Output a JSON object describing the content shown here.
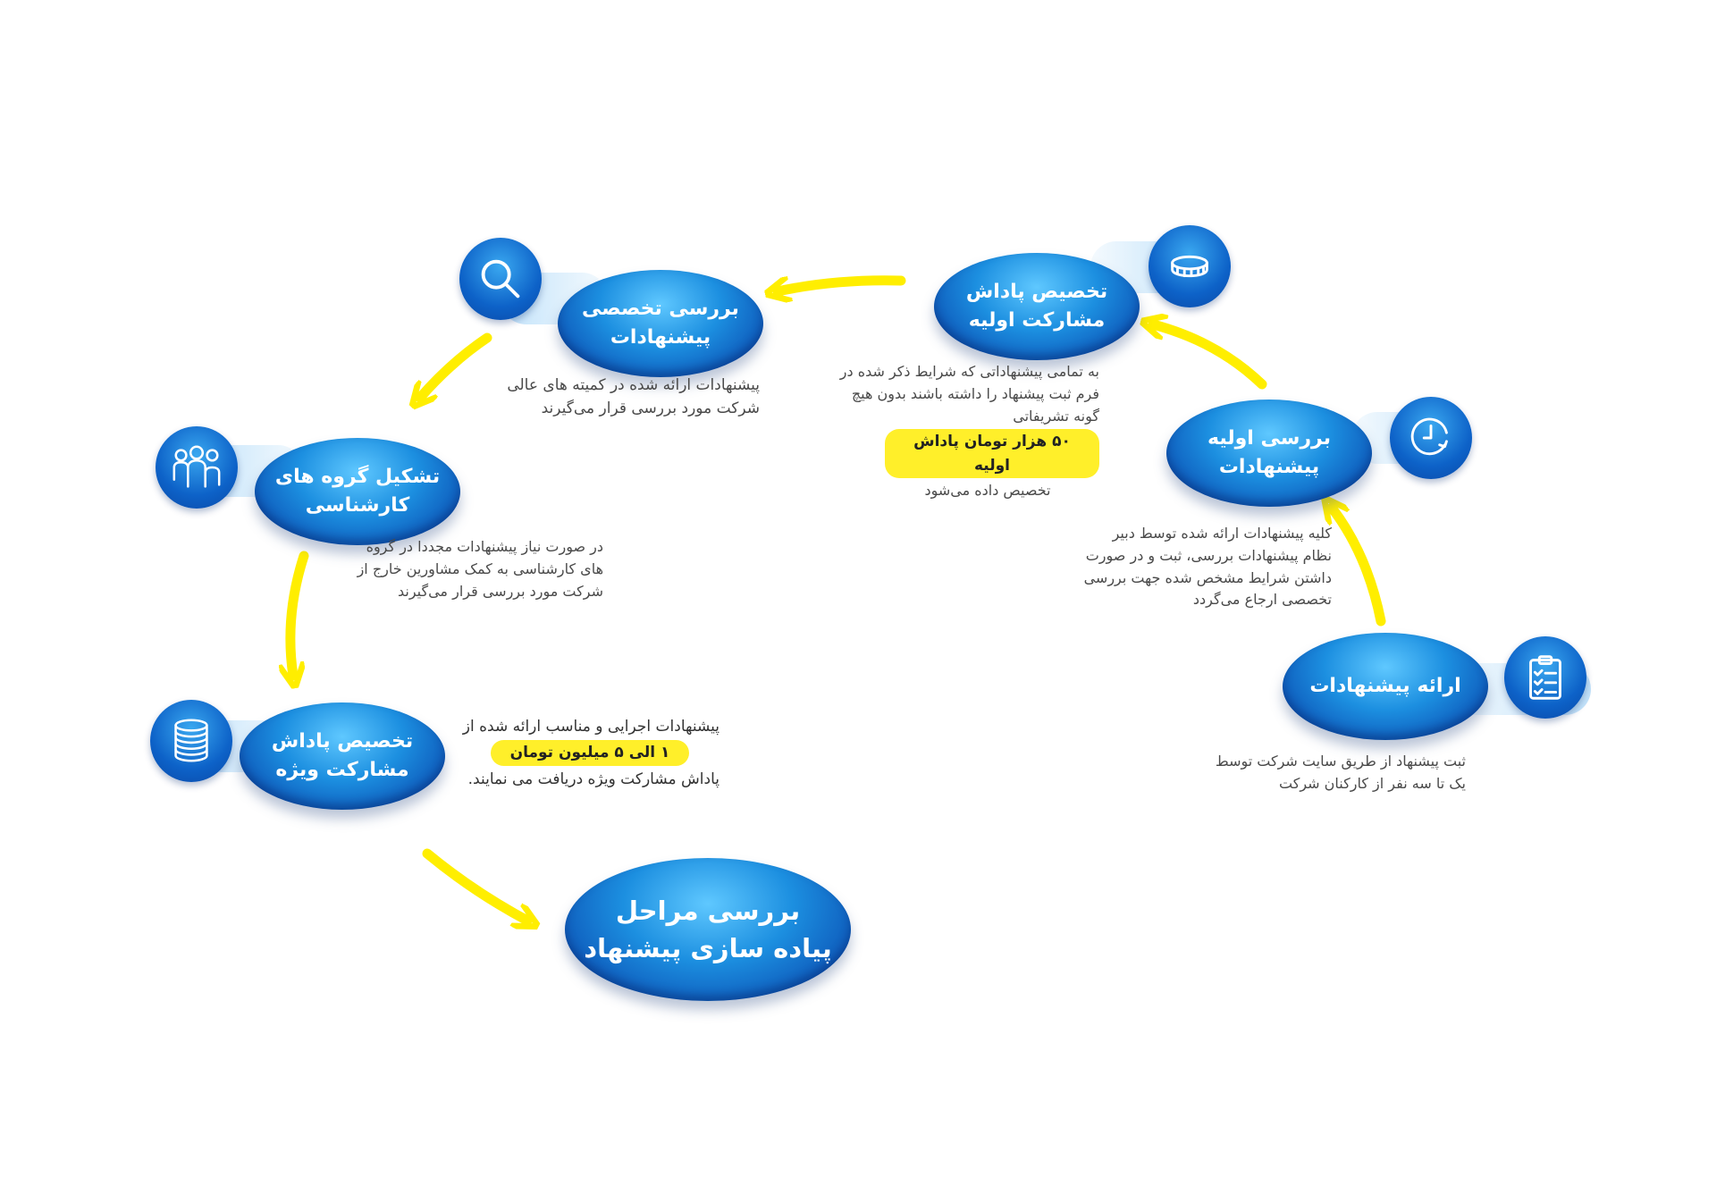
{
  "nodes": {
    "submit": {
      "title": [
        "ارائه پیشنهادات"
      ],
      "icon": "clipboard-checklist-icon"
    },
    "initial_review": {
      "title": [
        "بررسی اولیه",
        "پیشنهادات"
      ],
      "icon": "clock-refresh-icon"
    },
    "initial_reward": {
      "title": [
        "تخصیص پاداش",
        "مشارکت اولیه"
      ],
      "icon": "coin-icon"
    },
    "expert_review": {
      "title": [
        "بررسی تخصصی",
        "پیشنهادات"
      ],
      "icon": "magnifier-icon"
    },
    "expert_groups": {
      "title": [
        "تشکیل گروه های",
        "کارشناسی"
      ],
      "icon": "people-group-icon"
    },
    "special_reward": {
      "title": [
        "تخصیص پاداش",
        "مشارکت ویژه"
      ],
      "icon": "coin-stack-icon"
    },
    "implementation": {
      "title": [
        "بررسی مراحل",
        "پیاده سازی پیشنهاد"
      ]
    }
  },
  "descriptions": {
    "submit": [
      "ثبت پیشنهاد از طریق سایت شرکت توسط",
      "یک تا سه نفر از کارکنان شرکت"
    ],
    "initial_review": [
      "کلیه پیشنهادات ارائه شده توسط دبیر",
      "نظام پیشنهادات بررسی، ثبت و در صورت",
      "داشتن شرایط مشخص شده جهت بررسی",
      "تخصصی ارجاع می‌گردد"
    ],
    "initial_reward": {
      "before": [
        "به تمامی پیشنهاداتی که شرایط ذکر شده در",
        "فرم ثبت پیشنهاد را داشته باشند بدون هیچ",
        "گونه تشریفاتی"
      ],
      "highlight": "۵۰ هزار تومان پاداش اولیه",
      "after": "تخصیص داده می‌شود"
    },
    "expert_review": [
      "پیشنهادات ارائه شده در کمیته های عالی",
      "شرکت مورد بررسی قرار می‌گیرند"
    ],
    "expert_groups": [
      "در صورت نیاز پیشنهادات مجددا در گروه",
      "های کارشناسی به کمک مشاورین خارج از",
      "شرکت مورد بررسی قرار می‌گیرند"
    ],
    "special_reward": {
      "before": "پیشنهادات اجرایی و مناسب ارائه شده از",
      "highlight": "۱ الی ۵ میلیون تومان",
      "after": "پاداش مشارکت ویژه دریافت می نمایند."
    }
  },
  "colors": {
    "arrow": "#ffee00",
    "node_dark": "#0b4fb3",
    "node_light": "#5fc8ff",
    "highlight": "#ffef2a"
  }
}
